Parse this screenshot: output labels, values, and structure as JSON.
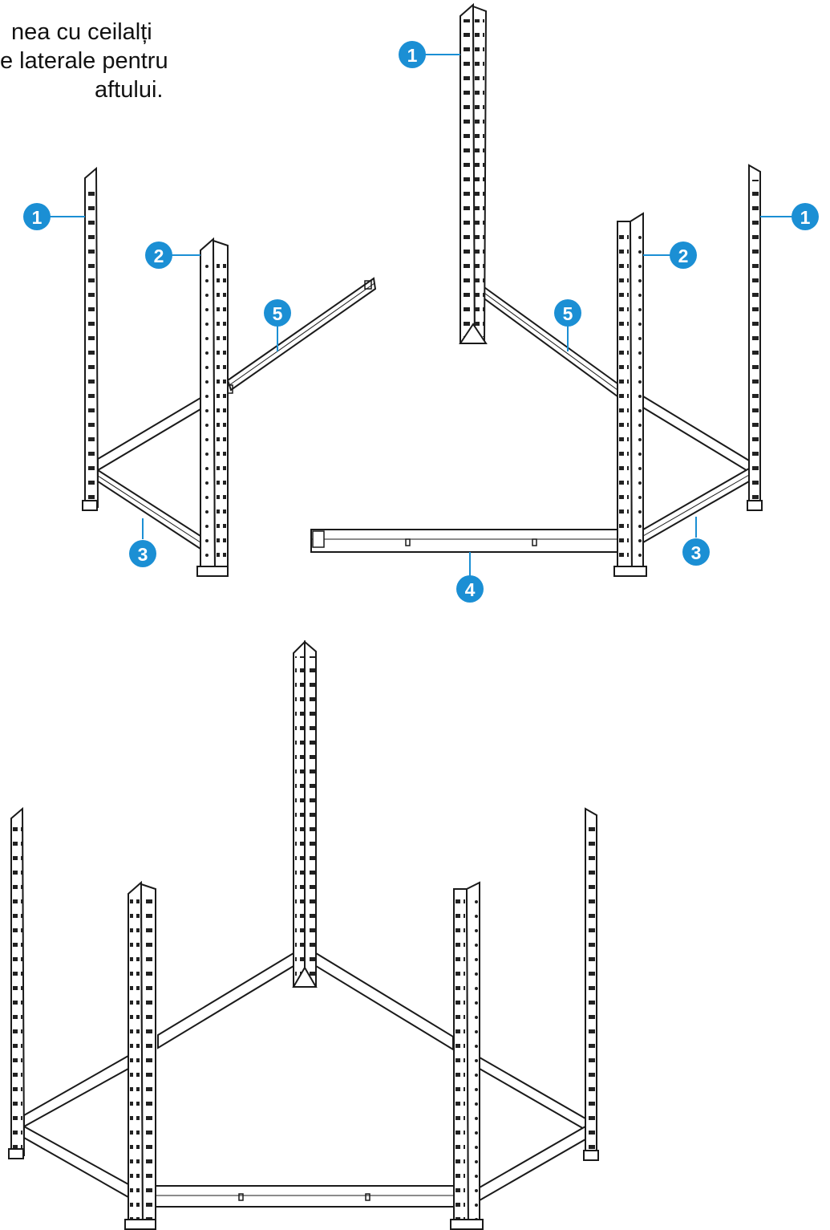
{
  "instructions": {
    "line1": "nea cu ceilalți",
    "line2": "e laterale pentru",
    "line3": "aftului."
  },
  "callouts": {
    "upright_1_left": "1",
    "upright_2_left": "2",
    "beam_5_left": "5",
    "beam_3_left": "3",
    "upright_1_top": "1",
    "upright_1_right": "1",
    "upright_2_right": "2",
    "beam_5_right": "5",
    "beam_4_front": "4",
    "beam_3_right": "3"
  },
  "colors": {
    "callout": "#1b8fd4",
    "line": "#1a1a1a",
    "accent_line": "#1b8fd4"
  }
}
